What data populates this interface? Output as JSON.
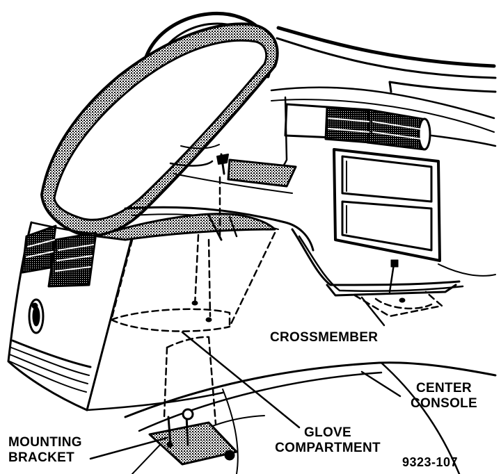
{
  "figure": {
    "figure_number": "9323-107",
    "ink_color": "#000000",
    "paper_color": "#ffffff"
  },
  "labels": {
    "crossmember": "CROSSMEMBER",
    "center_console": [
      "CENTER",
      "CONSOLE"
    ],
    "glove_compartment": [
      "GLOVE",
      "COMPARTMENT"
    ],
    "mounting_bracket": [
      "MOUNTING",
      "BRACKET"
    ]
  }
}
